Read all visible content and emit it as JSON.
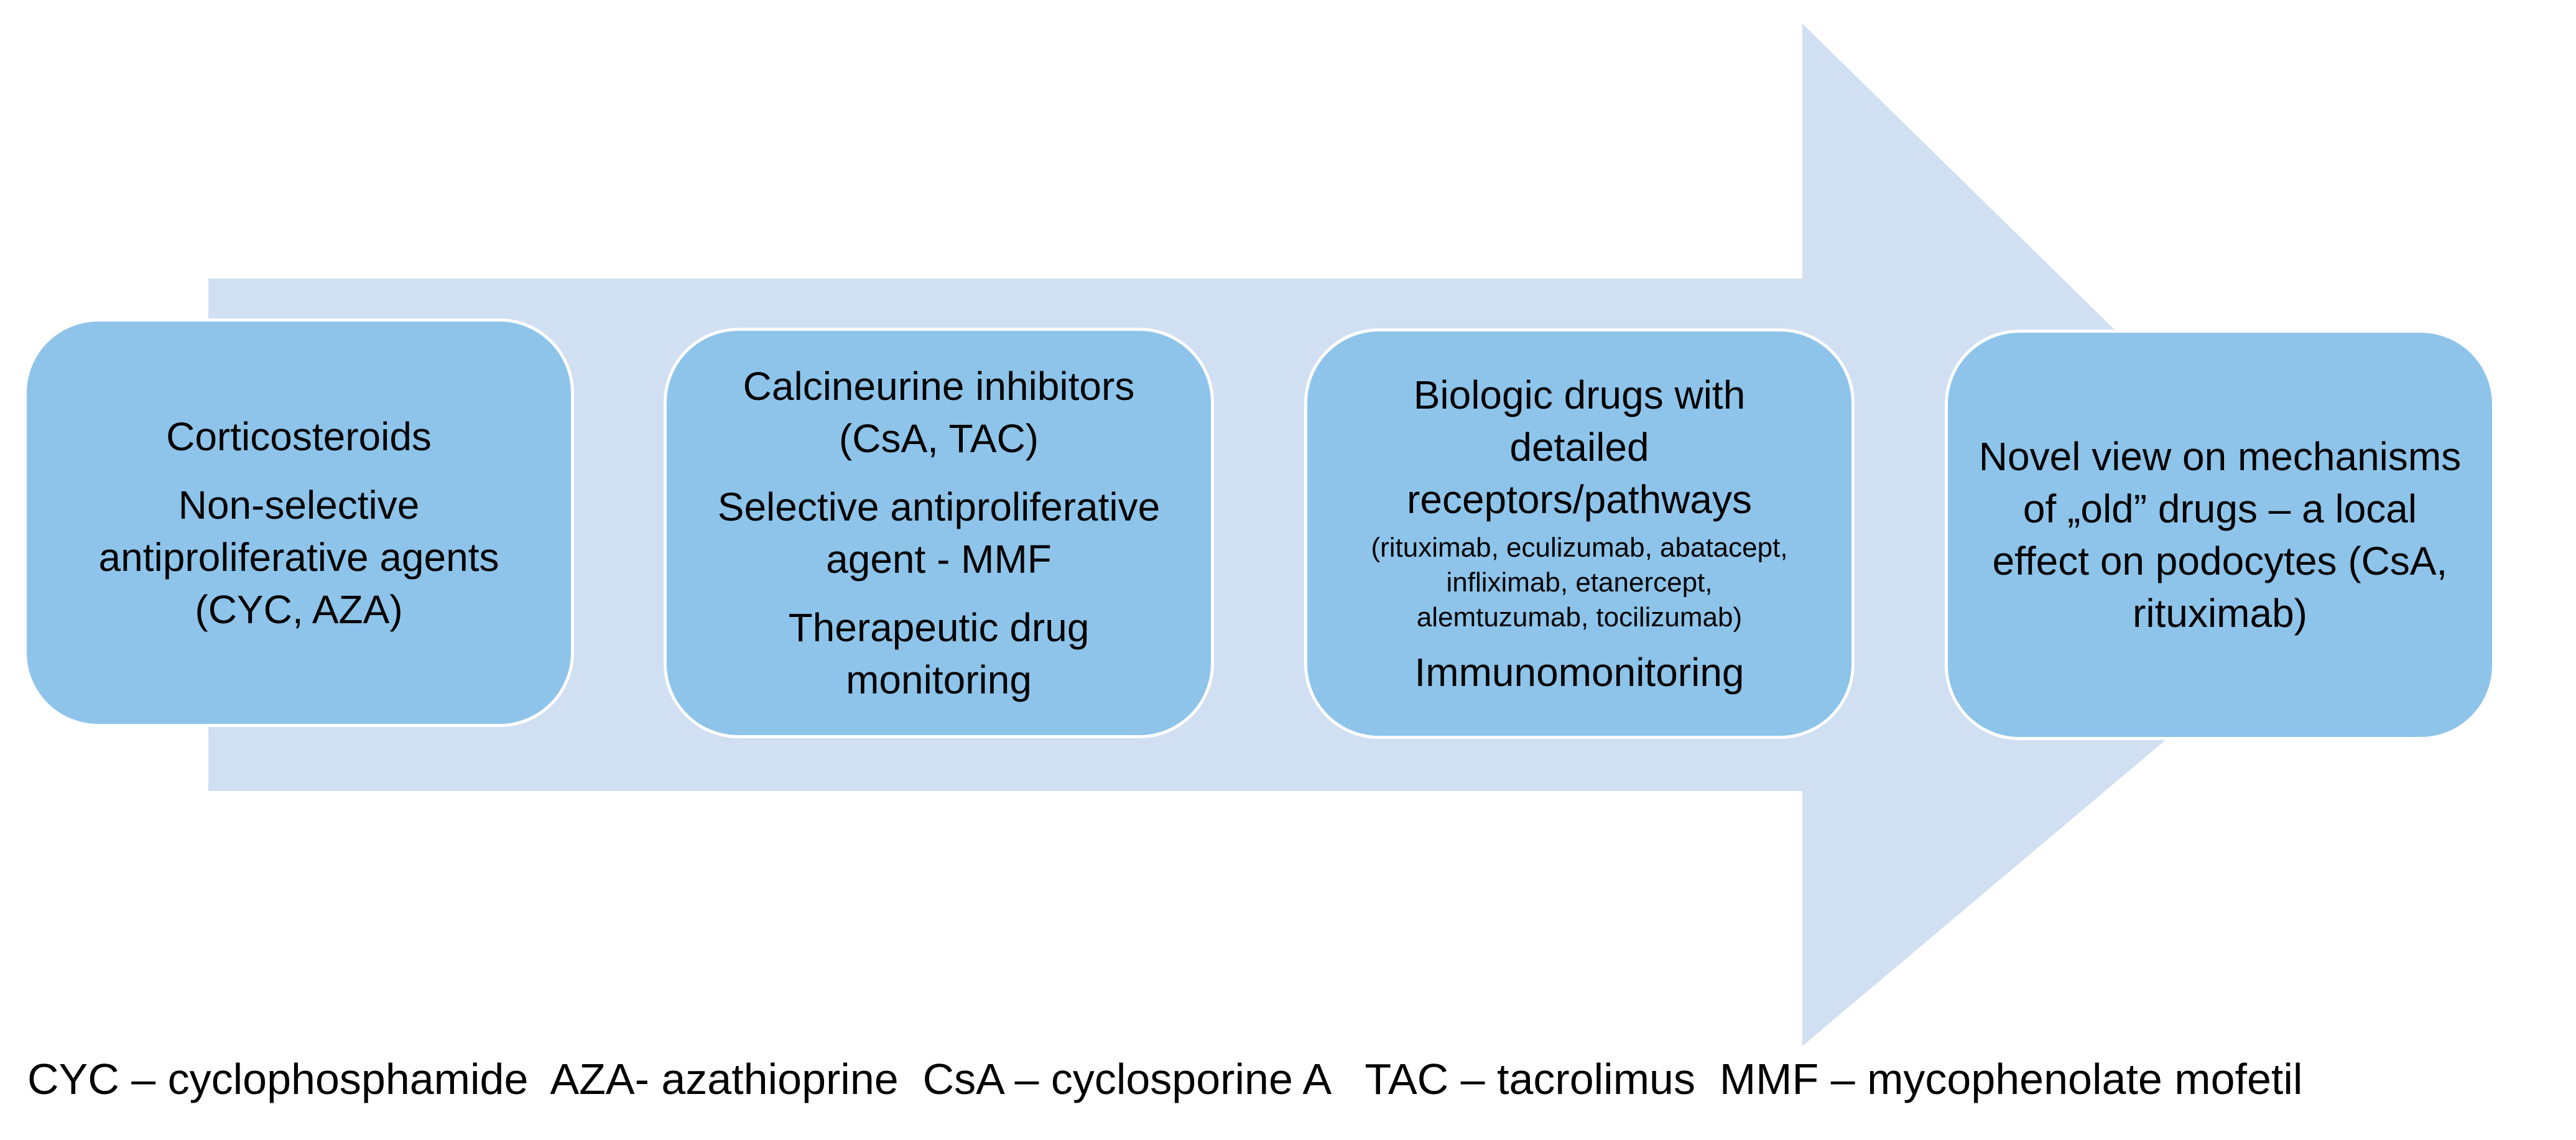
{
  "colors": {
    "arrow": "#d1dff2",
    "box_fill": "#8ec4ea",
    "box_border": "#ffffff",
    "text": "#000000"
  },
  "boxes": [
    {
      "lines": [
        "Corticosteroids",
        "Non-selective antiproliferative agents (CYC, AZA)"
      ]
    },
    {
      "lines": [
        "Calcineurine inhibitors (CsA, TAC)",
        "Selective antiproliferative agent - MMF",
        "Therapeutic drug monitoring"
      ]
    },
    {
      "heading": "Biologic drugs with detailed receptors/pathways",
      "examples": "(rituximab, eculizumab, abatacept, infliximab, etanercept,  alemtuzumab, tocilizumab)",
      "footer": "Immunomonitoring"
    },
    {
      "lines": [
        "Novel view on mechanisms of „old” drugs –  a local effect on podocytes (CsA, rituximab)"
      ]
    }
  ],
  "footnote": "CYC – cyclophosphamide  AZA- azathioprine  CsA – cyclosporine A   TAC – tacrolimus  MMF – mycophenolate mofetil"
}
